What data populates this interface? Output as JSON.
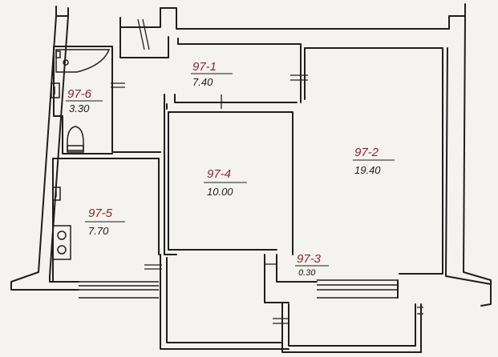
{
  "colors": {
    "paper": "#f4f3ef",
    "ink": "#1e1e1e",
    "room_number": "#8e2430"
  },
  "rooms": [
    {
      "id": "r1",
      "number": "97-1",
      "area": "7.40"
    },
    {
      "id": "r2",
      "number": "97-2",
      "area": "19.40"
    },
    {
      "id": "r3",
      "number": "97-3",
      "area": "0.30"
    },
    {
      "id": "r4",
      "number": "97-4",
      "area": "10.00"
    },
    {
      "id": "r5",
      "number": "97-5",
      "area": "7.70"
    },
    {
      "id": "r6",
      "number": "97-6",
      "area": "3.30"
    }
  ],
  "icons": [
    "bathtub-icon",
    "toilet-icon",
    "sink-icon",
    "stove-icon",
    "radiator-icon"
  ]
}
